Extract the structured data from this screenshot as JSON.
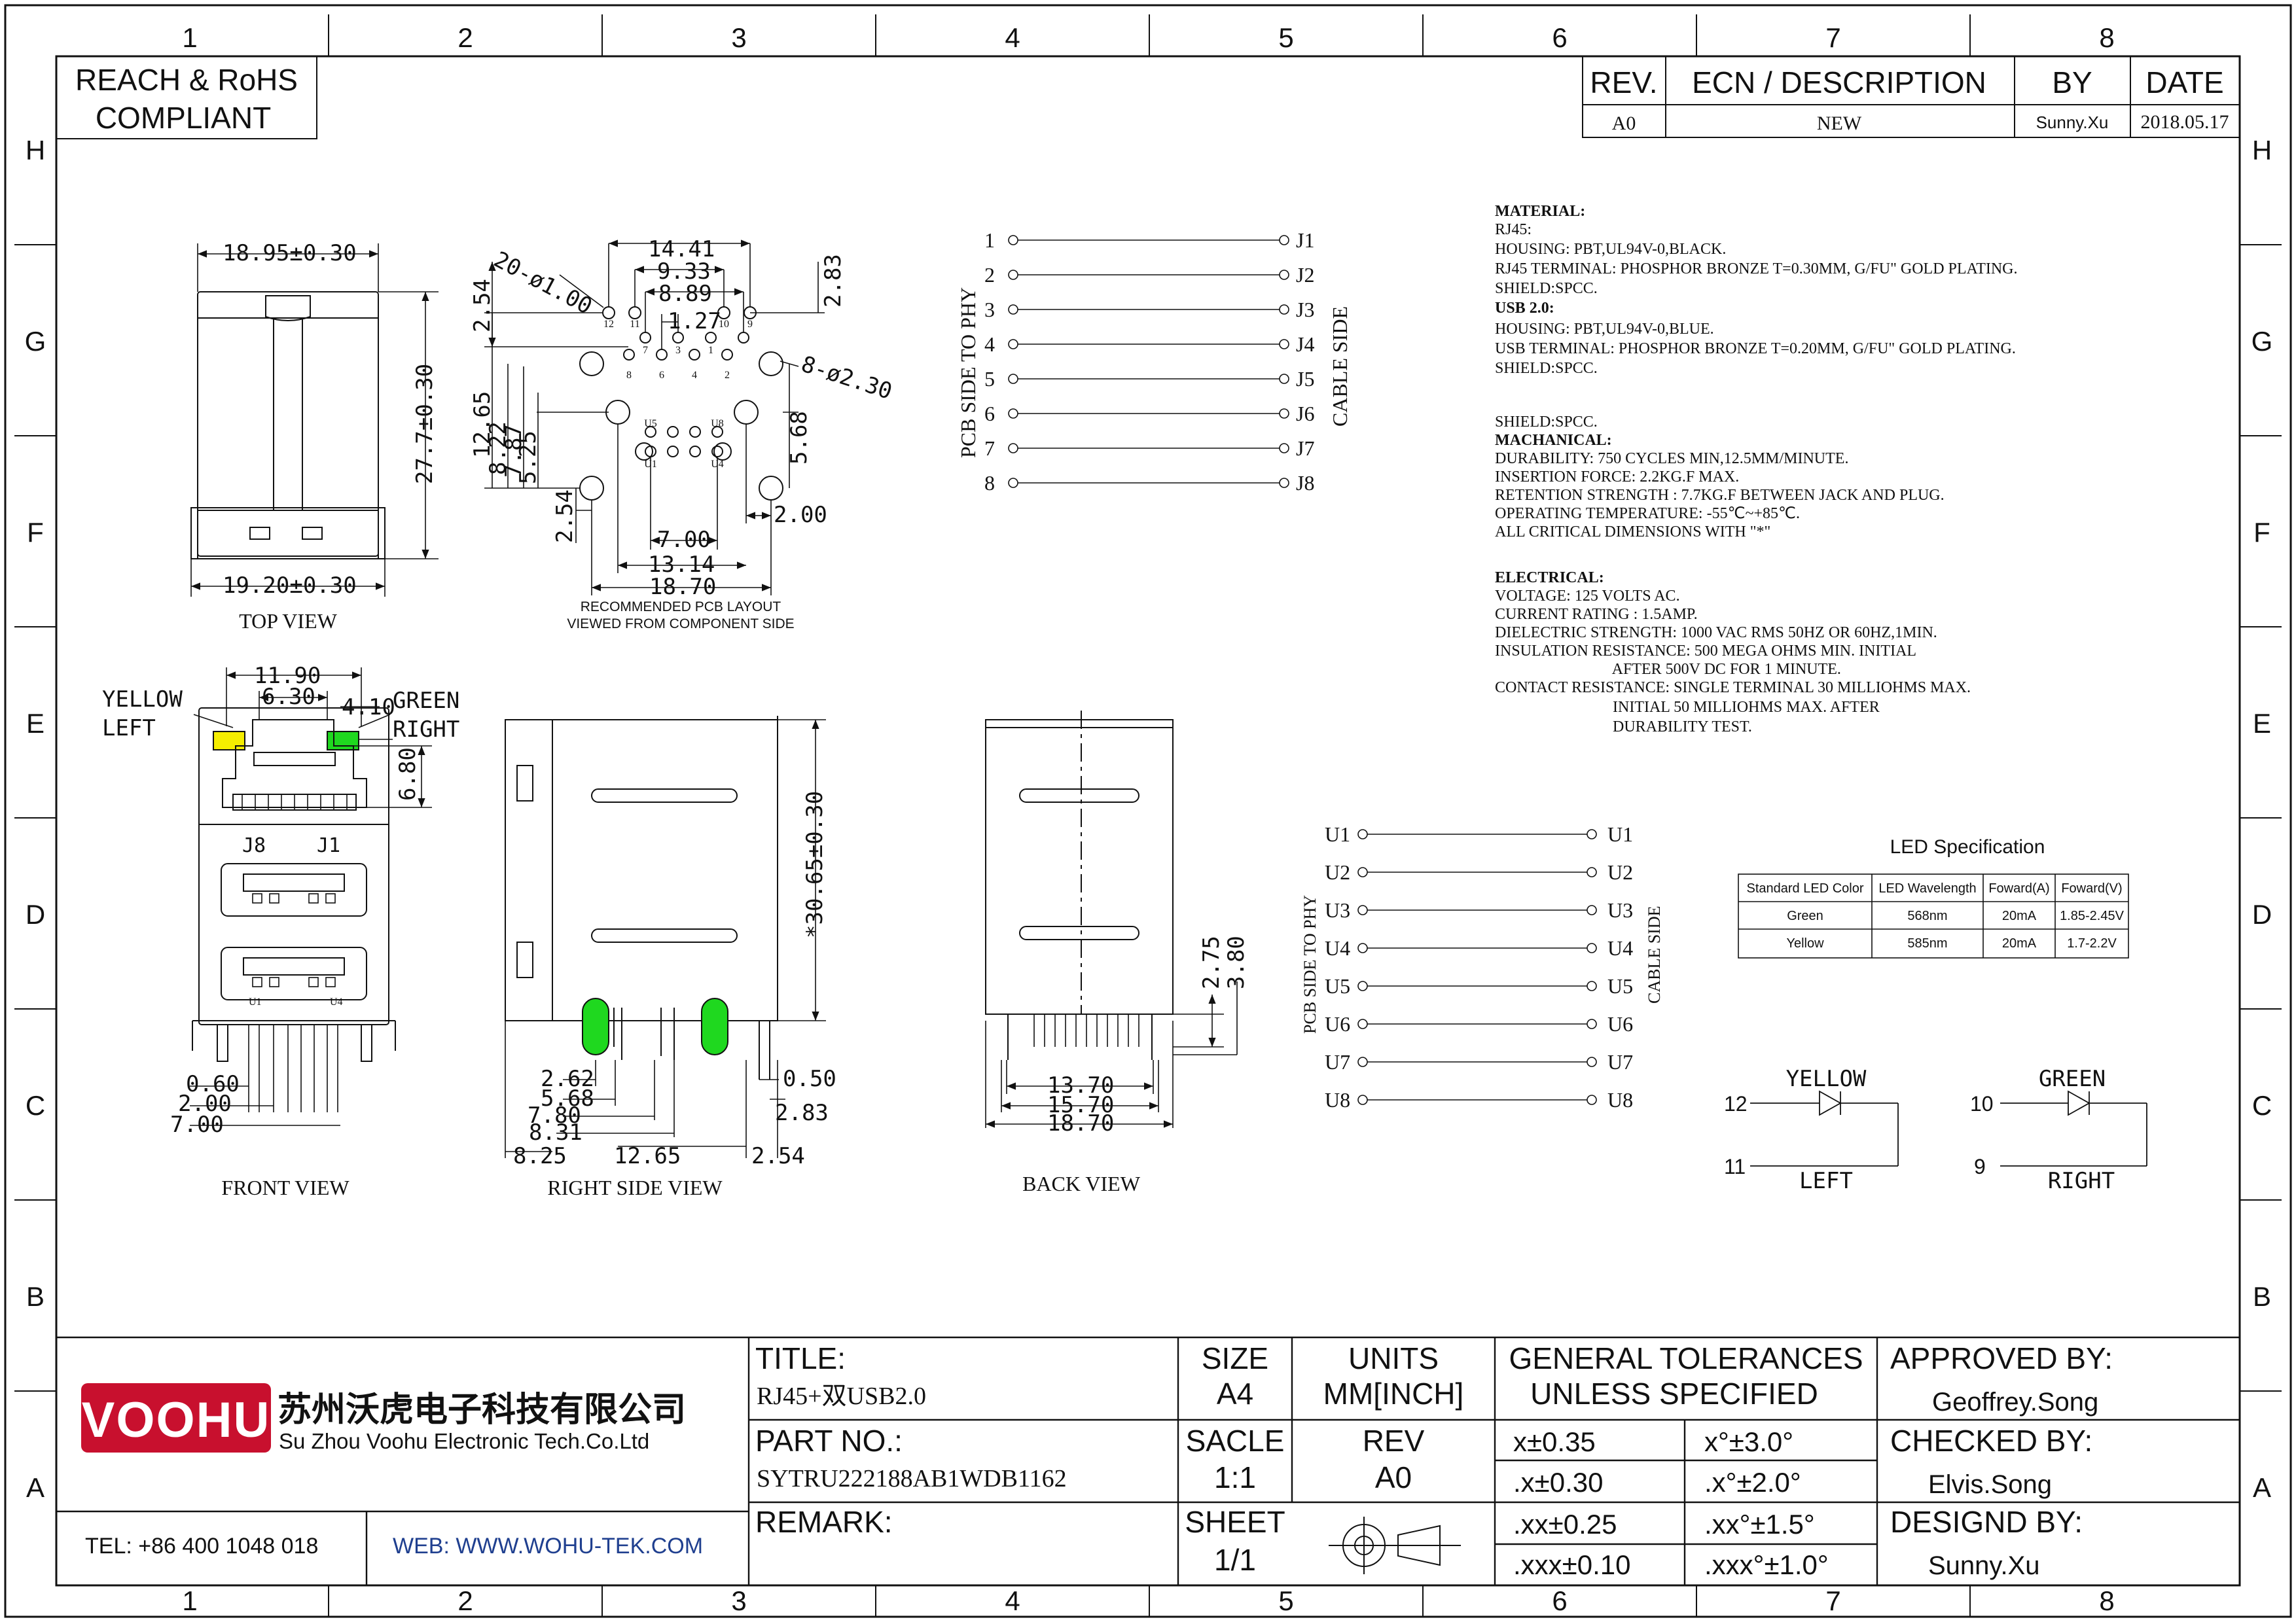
{
  "frame": {
    "cols": [
      "1",
      "2",
      "3",
      "4",
      "5",
      "6",
      "7",
      "8"
    ],
    "rows": [
      "H",
      "G",
      "F",
      "E",
      "D",
      "C",
      "B",
      "A"
    ]
  },
  "compliance": [
    "REACH & RoHS",
    "COMPLIANT"
  ],
  "revision": {
    "headers": {
      "rev": "REV.",
      "ecn": "ECN / DESCRIPTION",
      "by": "BY",
      "date": "DATE"
    },
    "row": {
      "rev": "A0",
      "ecn": "NEW",
      "by": "Sunny.Xu",
      "date": "2018.05.17"
    }
  },
  "views": {
    "top": "TOP VIEW",
    "pcb_layout": [
      "RECOMMENDED PCB LAYOUT",
      "VIEWED FROM COMPONENT SIDE"
    ],
    "front": "FRONT VIEW",
    "right_side": "RIGHT SIDE VIEW",
    "back": "BACK VIEW"
  },
  "dims": {
    "top_width": "18.95±0.30",
    "top_height": "27.7±0.30",
    "top_bottom": "19.20±0.30",
    "pcb_14_41": "14.41",
    "pcb_9_33": "9.33",
    "pcb_8_89": "8.89",
    "pcb_1_27": "1.27",
    "pcb_holes": "20-ø1.00",
    "pcb_2_83": "2.83",
    "pcb_2_54a": "2.54",
    "pcb_mount": "8-ø2.30",
    "pcb_12_65": "12.65",
    "pcb_8_22": "8.22",
    "pcb_7_87": "7.87",
    "pcb_5_25": "5.25",
    "pcb_5_68": "5.68",
    "pcb_2_54b": "2.54",
    "pcb_2_00": "2.00",
    "pcb_7_00": "7.00",
    "pcb_13_14": "13.14",
    "pcb_18_70": "18.70",
    "front_11_90": "11.90",
    "front_6_30": "6.30",
    "front_4_10": "4.10",
    "front_6_80": "6.80",
    "front_0_60": "0.60",
    "front_2_00": "2.00",
    "front_7_00": "7.00",
    "side_height": "*30.65±0.30",
    "side_2_62": "2.62",
    "side_5_68": "5.68",
    "side_7_80": "7.80",
    "side_8_31": "8.31",
    "side_8_25": "8.25",
    "side_12_65": "12.65",
    "side_2_54": "2.54",
    "side_0_50": "0.50",
    "side_2_83": "2.83",
    "back_2_75": "2.75",
    "back_3_80": "3.80",
    "back_13_70": "13.70",
    "back_15_70": "15.70",
    "back_18_70": "18.70"
  },
  "pcb_pins": {
    "top_row": [
      "12",
      "11",
      "10",
      "9"
    ],
    "mid_row": [
      "7",
      "3",
      "1",
      "8",
      "6",
      "4",
      "2"
    ],
    "usb_top": [
      "U5",
      "U8"
    ],
    "usb_bot": [
      "U1",
      "U4"
    ]
  },
  "front_labels": {
    "yellow": "YELLOW",
    "left": "LEFT",
    "green": "GREEN",
    "right": "RIGHT",
    "j8": "J8",
    "j1": "J1",
    "u1": "U1",
    "u4": "U4"
  },
  "schematic_rj45": {
    "left_label": "PCB SIDE TO PHY",
    "right_label": "CABLE SIDE",
    "pins_left": [
      "1",
      "2",
      "3",
      "4",
      "5",
      "6",
      "7",
      "8"
    ],
    "pins_right": [
      "J1",
      "J2",
      "J3",
      "J4",
      "J5",
      "J6",
      "J7",
      "J8"
    ]
  },
  "schematic_usb": {
    "left_label": "PCB SIDE TO PHY",
    "right_label": "CABLE SIDE",
    "pins_left": [
      "U1",
      "U2",
      "U3",
      "U4",
      "U5",
      "U6",
      "U7",
      "U8"
    ],
    "pins_right": [
      "U1",
      "U2",
      "U3",
      "U4",
      "U5",
      "U6",
      "U7",
      "U8"
    ]
  },
  "notes": [
    {
      "t": "MATERIAL:",
      "b": true
    },
    {
      "t": "RJ45:",
      "b": false
    },
    {
      "t": "HOUSING: PBT,UL94V-0,BLACK.",
      "b": false
    },
    {
      "t": "RJ45 TERMINAL: PHOSPHOR BRONZE T=0.30MM, G/FU\" GOLD PLATING.",
      "b": false
    },
    {
      "t": "SHIELD:SPCC.",
      "b": false
    },
    {
      "t": "USB 2.0:",
      "b": true
    },
    {
      "t": "HOUSING: PBT,UL94V-0,BLUE.",
      "b": false
    },
    {
      "t": "USB TERMINAL: PHOSPHOR BRONZE T=0.20MM, G/FU\" GOLD PLATING.",
      "b": false
    },
    {
      "t": "SHIELD:SPCC.",
      "b": false
    },
    {
      "t": "",
      "b": false
    },
    {
      "t": "SHIELD:SPCC.",
      "b": false
    },
    {
      "t": "MACHANICAL:",
      "b": true
    },
    {
      "t": "DURABILITY: 750 CYCLES MIN,12.5MM/MINUTE.",
      "b": false
    },
    {
      "t": "INSERTION FORCE: 2.2KG.F MAX.",
      "b": false
    },
    {
      "t": "RETENTION STRENGTH : 7.7KG.F BETWEEN JACK AND PLUG.",
      "b": false
    },
    {
      "t": "OPERATING TEMPERATURE: -55℃~+85℃.",
      "b": false
    },
    {
      "t": "ALL CRITICAL DIMENSIONS WITH \"*\"",
      "b": false
    },
    {
      "t": "",
      "b": false
    },
    {
      "t": "ELECTRICAL:",
      "b": true
    },
    {
      "t": "VOLTAGE: 125 VOLTS AC.",
      "b": false
    },
    {
      "t": "CURRENT RATING : 1.5AMP.",
      "b": false
    },
    {
      "t": "DIELECTRIC STRENGTH: 1000 VAC RMS 50HZ OR 60HZ,1MIN.",
      "b": false
    },
    {
      "t": "INSULATION RESISTANCE: 500 MEGA OHMS MIN. INITIAL",
      "b": false
    },
    {
      "t": "                              AFTER 500V DC FOR 1 MINUTE.",
      "b": false
    },
    {
      "t": "CONTACT RESISTANCE: SINGLE TERMINAL 30 MILLIOHMS MAX.",
      "b": false
    },
    {
      "t": "                              INITIAL 50 MILLIOHMS MAX. AFTER",
      "b": false
    },
    {
      "t": "                              DURABILITY TEST.",
      "b": false
    }
  ],
  "led_spec": {
    "title": "LED Specification",
    "headers": [
      "Standard LED Color",
      "LED Wavelength",
      "Foward(A)",
      "Foward(V)"
    ],
    "rows": [
      [
        "Green",
        "568nm",
        "20mA",
        "1.85-2.45V"
      ],
      [
        "Yellow",
        "585nm",
        "20mA",
        "1.7-2.2V"
      ]
    ]
  },
  "led_schematic": {
    "yellow": {
      "name": "YELLOW",
      "side": "LEFT",
      "pin_a": "12",
      "pin_k": "11"
    },
    "green": {
      "name": "GREEN",
      "side": "RIGHT",
      "pin_a": "10",
      "pin_k": "9"
    }
  },
  "title_block": {
    "logo": "VOOHU",
    "company_cn": "苏州沃虎电子科技有限公司",
    "company_en": "Su Zhou Voohu Electronic Tech.Co.Ltd",
    "tel": "TEL: +86 400 1048 018",
    "web": "WEB: WWW.WOHU-TEK.COM",
    "title_label": "TITLE:",
    "title_value": "RJ45+双USB2.0",
    "part_label": "PART NO.:",
    "part_value": "SYTRU222188AB1WDB1162",
    "remark_label": "REMARK:",
    "size_label": "SIZE",
    "size_value": "A4",
    "units_label": "UNITS",
    "units_value": "MM[INCH]",
    "scale_label": "SACLE",
    "scale_value": "1:1",
    "rev_label": "REV",
    "rev_value": "A0",
    "sheet_label": "SHEET",
    "sheet_value": "1/1",
    "tol_header": [
      "GENERAL TOLERANCES",
      "UNLESS SPECIFIED"
    ],
    "tolerances": [
      [
        "x±0.35",
        "x°±3.0°"
      ],
      [
        ".x±0.30",
        ".x°±2.0°"
      ],
      [
        ".xx±0.25",
        ".xx°±1.5°"
      ],
      [
        ".xxx±0.10",
        ".xxx°±1.0°"
      ]
    ],
    "approved_label": "APPROVED BY:",
    "approved_value": "Geoffrey.Song",
    "checked_label": "CHECKED BY:",
    "checked_value": "Elvis.Song",
    "designed_label": "DESIGND BY:",
    "designed_value": "Sunny.Xu"
  },
  "colors": {
    "line": "#111111",
    "led_yellow": "#f5ee00",
    "led_green": "#1fd81f",
    "logo_red": "#c8102e"
  }
}
